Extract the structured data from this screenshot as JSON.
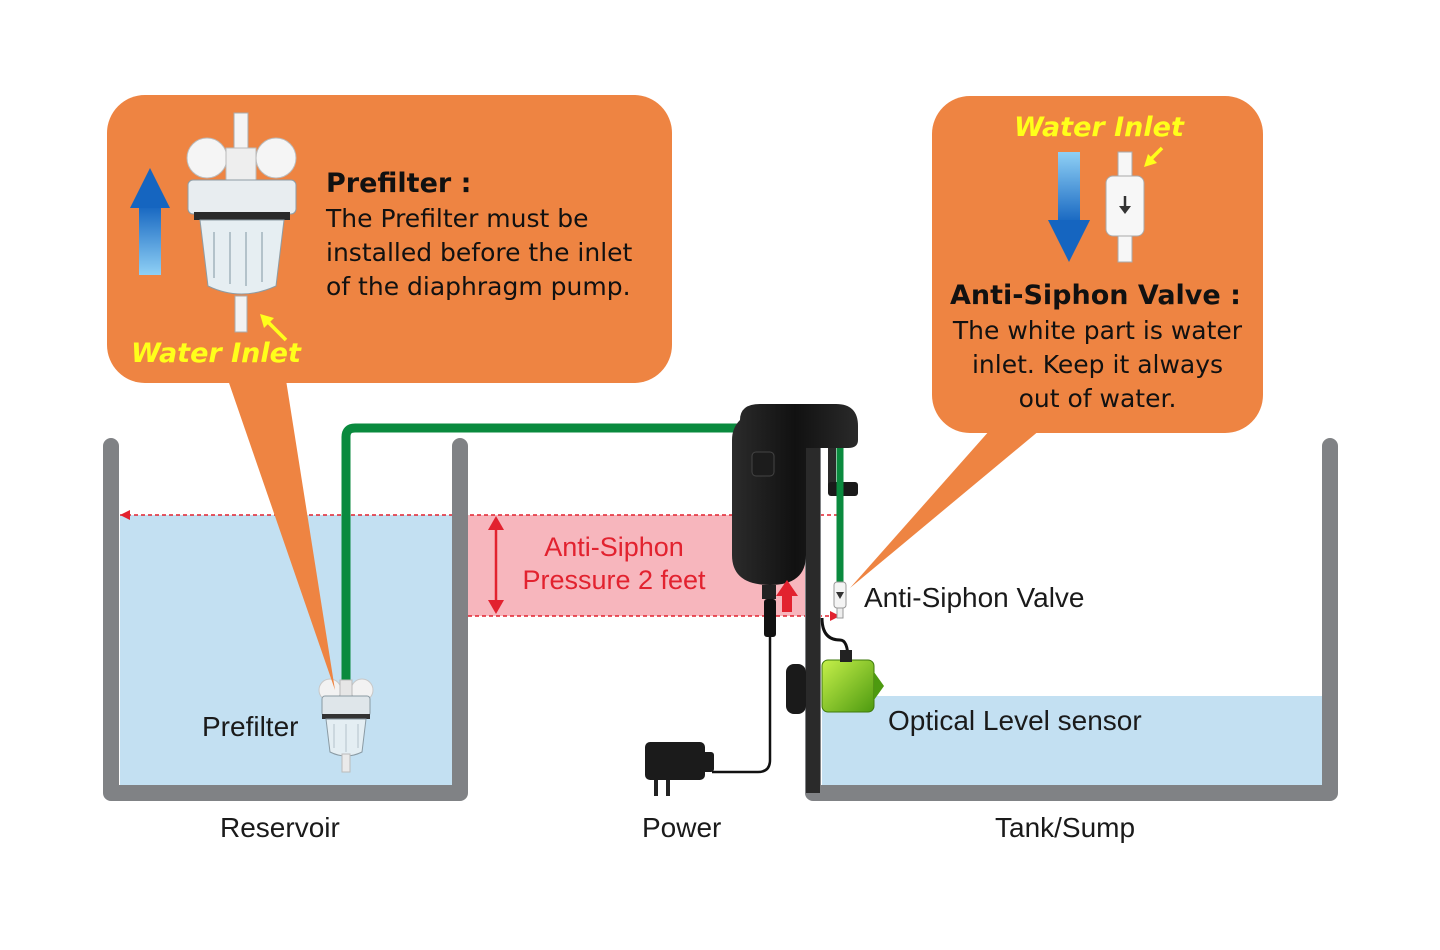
{
  "prefilter_callout": {
    "title": "Prefilter :",
    "line1": "The Prefilter must be",
    "line2": "installed before the inlet",
    "line3": "of the diaphragm pump.",
    "inlet_label": "Water Inlet"
  },
  "valve_callout": {
    "title": "Anti-Siphon Valve :",
    "line1": "The white part is water",
    "line2": "inlet. Keep it always",
    "line3": "out of water.",
    "inlet_label": "Water Inlet"
  },
  "pressure_zone": {
    "line1": "Anti-Siphon",
    "line2": "Pressure 2 feet"
  },
  "labels": {
    "prefilter": "Prefilter",
    "anti_siphon_valve": "Anti-Siphon Valve",
    "optical_sensor": "Optical Level sensor",
    "reservoir": "Reservoir",
    "power": "Power",
    "tank": "Tank/Sump"
  },
  "colors": {
    "callout": "#ee8442",
    "water": "#c3e0f2",
    "tank_wall": "#808285",
    "tube": "#0a8a3e",
    "pressure_zone": "#f7b6bd",
    "pressure_text": "#e2222f",
    "inlet_text": "#ffff1a",
    "arrow_blue": "#1565c0"
  },
  "icons": [
    "pump-body-icon",
    "prefilter-icon",
    "anti-siphon-valve-icon",
    "power-adapter-icon",
    "optical-sensor-icon",
    "flow-arrow-up-icon",
    "flow-arrow-down-icon"
  ]
}
